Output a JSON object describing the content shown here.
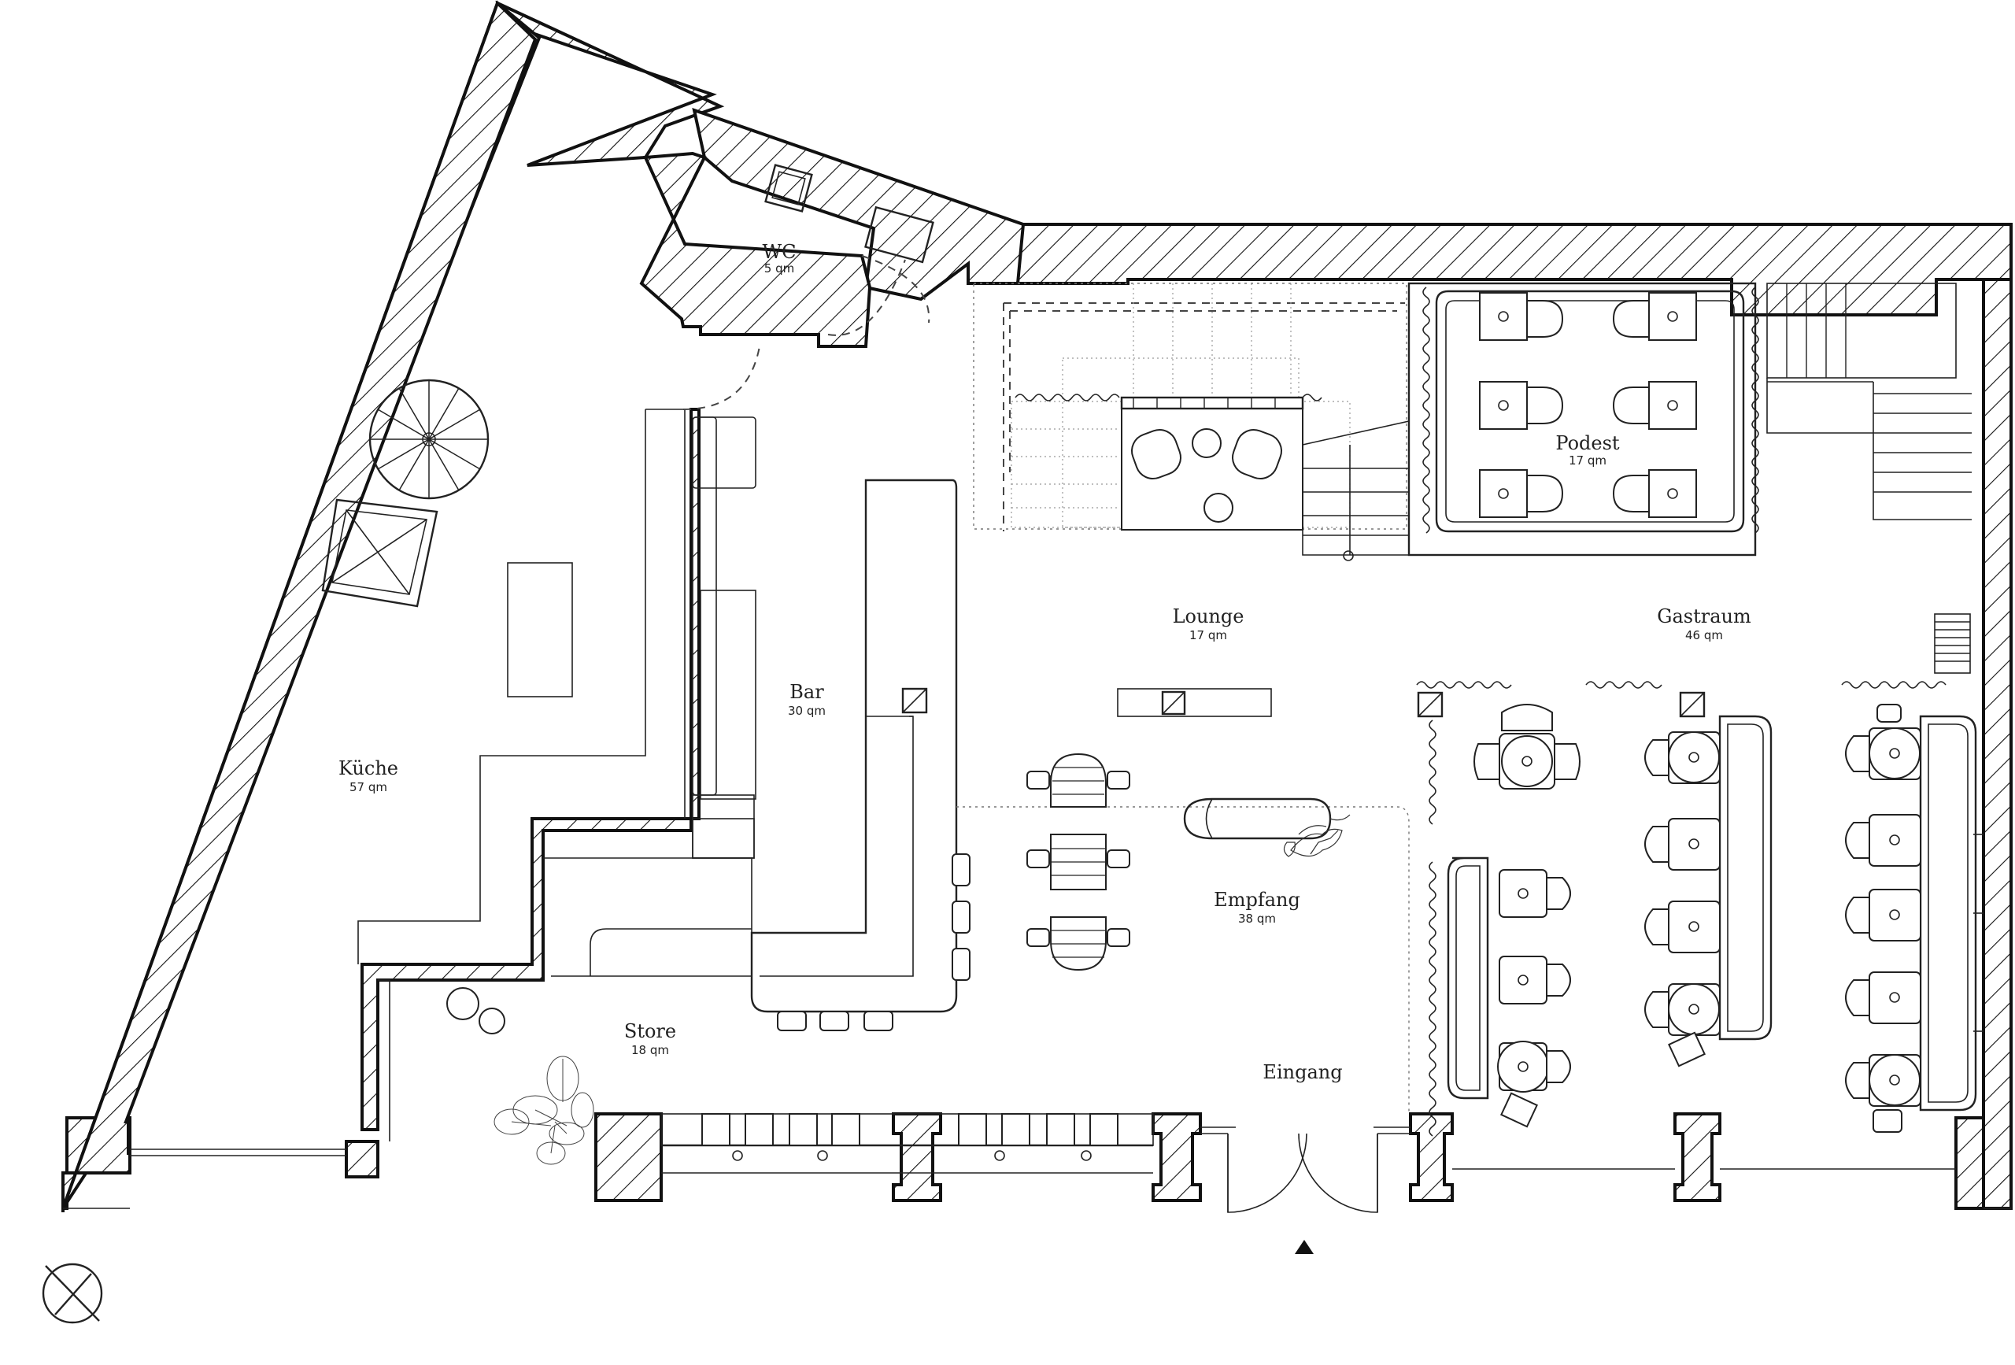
{
  "rooms": {
    "wc": {
      "name": "WC",
      "area": "5 qm"
    },
    "kueche": {
      "name": "Küche",
      "area": "57 qm"
    },
    "bar": {
      "name": "Bar",
      "area": "30 qm"
    },
    "lounge": {
      "name": "Lounge",
      "area": "17 qm"
    },
    "podest": {
      "name": "Podest",
      "area": "17 qm"
    },
    "gastraum": {
      "name": "Gastraum",
      "area": "46 qm"
    },
    "empfang": {
      "name": "Empfang",
      "area": "38 qm"
    },
    "store": {
      "name": "Store",
      "area": "18 qm"
    },
    "eingang": {
      "name": "Eingang"
    }
  },
  "symbols": {
    "north_arrow": "north-arrow-icon",
    "entrance_marker": "entrance-triangle-icon"
  }
}
